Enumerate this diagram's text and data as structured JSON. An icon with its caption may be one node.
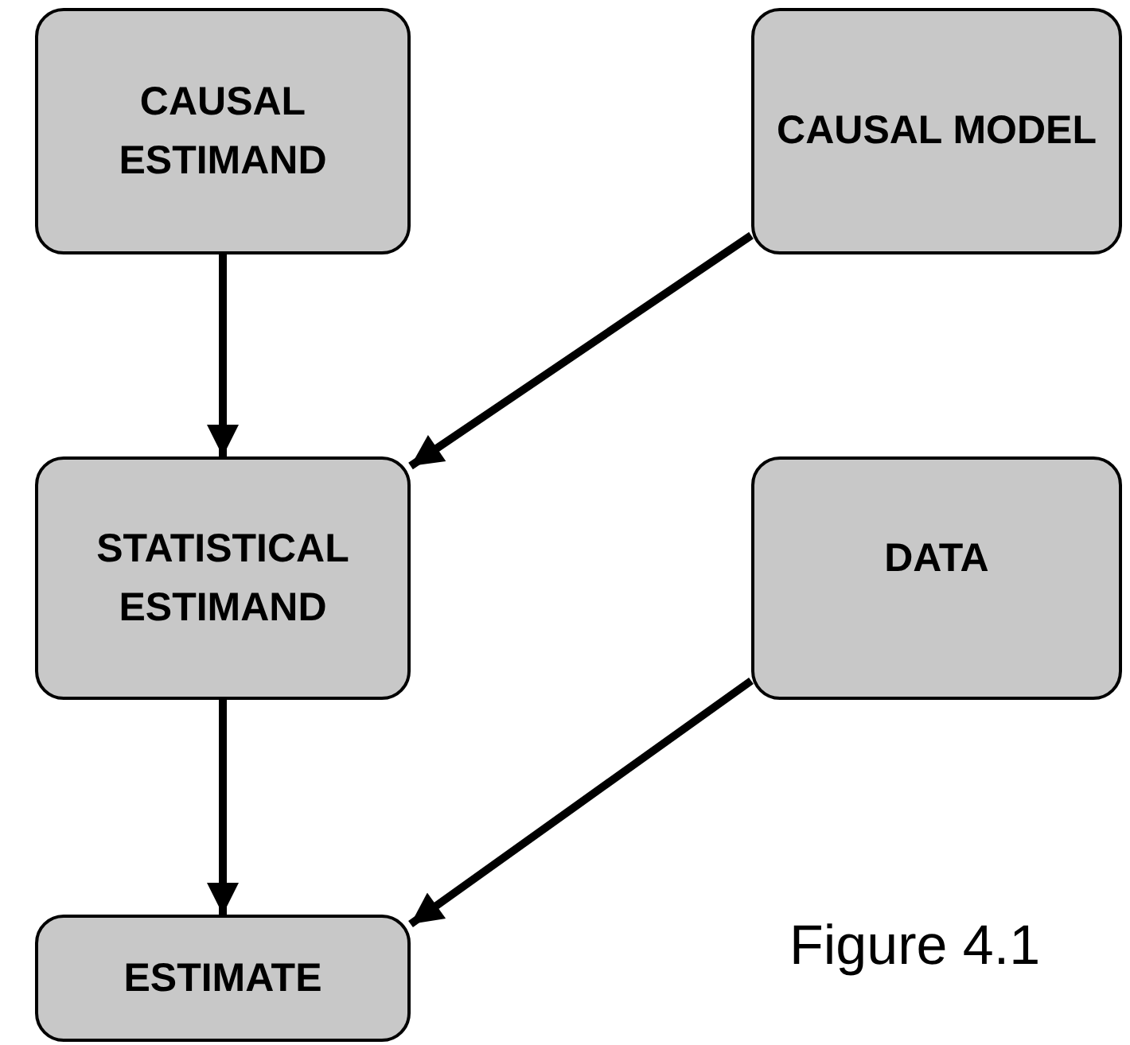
{
  "diagram": {
    "nodes": [
      {
        "text": [
          "CAUSAL ESTIMAND"
        ]
      },
      {
        "text": [
          "CAUSAL MODEL"
        ]
      },
      {
        "text": [
          "STATISTICAL ESTIMAND"
        ]
      },
      {
        "text": [
          "DATA"
        ]
      },
      {
        "text": [
          "ESTIMATE"
        ]
      }
    ],
    "edges": [
      {
        "from": 0,
        "to": 2,
        "arrow": "to"
      },
      {
        "from": 1,
        "to": 2,
        "arrow": "to"
      },
      {
        "from": 2,
        "to": 4,
        "arrow": "to"
      },
      {
        "from": 3,
        "to": 4,
        "arrow": "to"
      }
    ],
    "labels": [
      "Figure 4.1"
    ]
  }
}
